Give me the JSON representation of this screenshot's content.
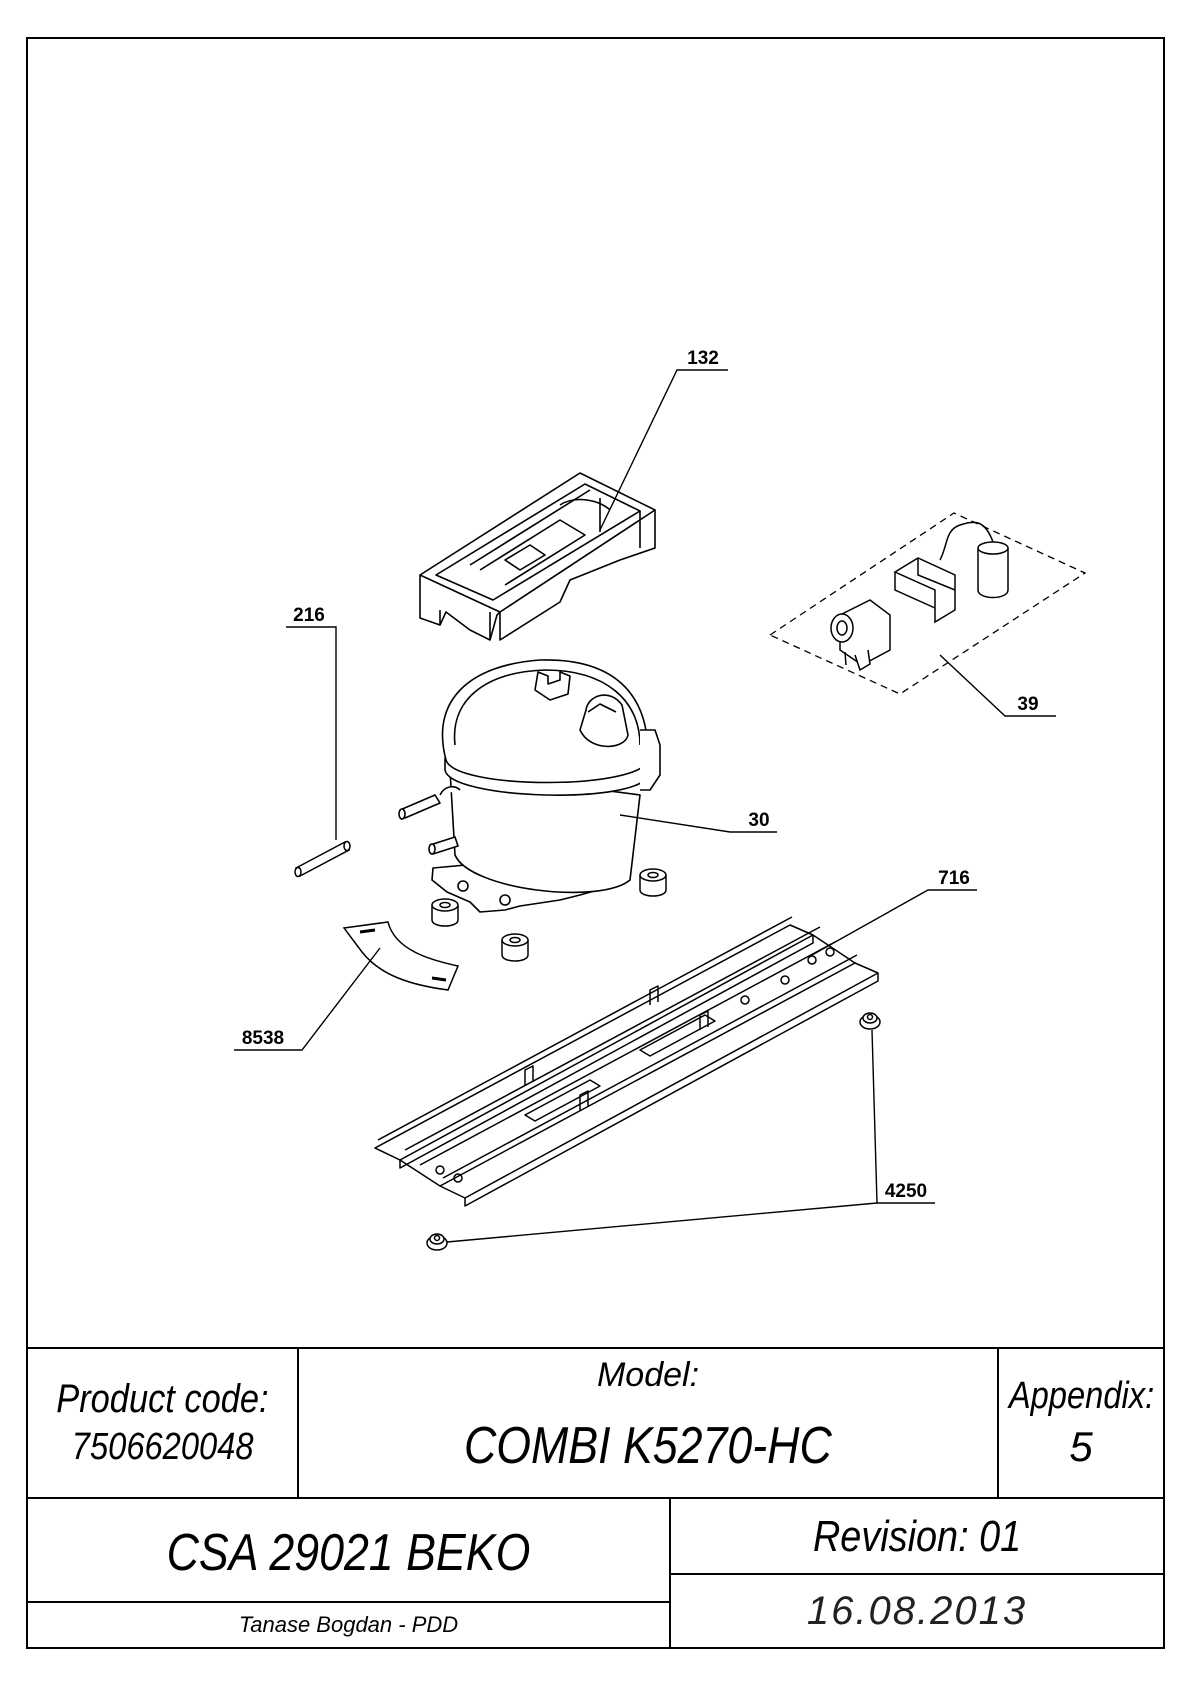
{
  "callouts": {
    "c132": "132",
    "c216": "216",
    "c39": "39",
    "c30": "30",
    "c716": "716",
    "c8538": "8538",
    "c4250": "4250"
  },
  "title_block": {
    "product_code_label": "Product code:",
    "product_code_value": "7506620048",
    "model_label": "Model:",
    "model_value": "COMBI K5270-HC",
    "appendix_label": "Appendix:",
    "appendix_value": "5",
    "csa": "CSA 29021 BEKO",
    "revision": "Revision: 01",
    "author": "Tanase Bogdan - PDD",
    "date": "16.08.2013"
  }
}
